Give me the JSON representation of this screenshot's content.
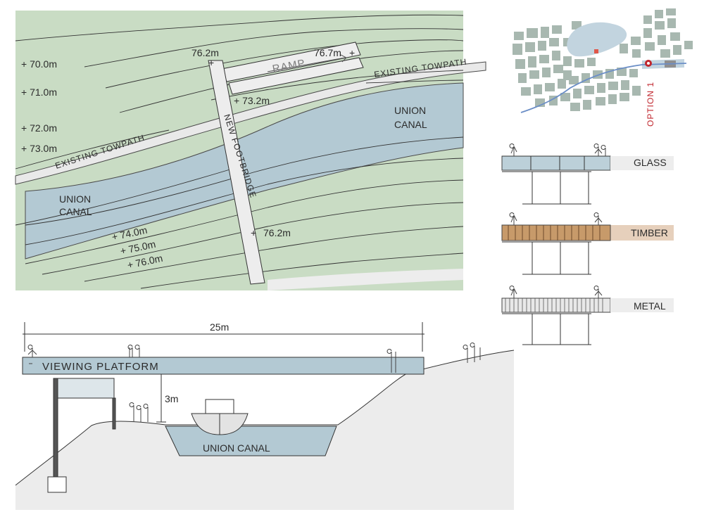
{
  "plan": {
    "contours": [
      "+ 70.0m",
      "+ 71.0m",
      "+ 72.0m",
      "+ 73.0m",
      "+ 74.0m",
      "+ 75.0m",
      "+ 76.0m"
    ],
    "spot_levels": {
      "bridge_north": "76.2m",
      "ramp_top": "76.7m",
      "ramp_bottom": "+ 73.2m",
      "bridge_south": "76.2m"
    },
    "labels": {
      "ramp": "RAMP",
      "towpath_east": "EXISTING TOWPATH",
      "towpath_west": "EXISTING TOWPATH",
      "footbridge": "NEW FOOTBRIDGE",
      "canal_east_1": "UNION",
      "canal_east_2": "CANAL",
      "canal_west_1": "UNION",
      "canal_west_2": "CANAL"
    }
  },
  "location": {
    "option_label": "OPTION 1"
  },
  "materials": [
    {
      "name": "GLASS",
      "color": "#bcd0d9"
    },
    {
      "name": "TIMBER",
      "color": "#c79a6a"
    },
    {
      "name": "METAL",
      "color": "#e8e8e8"
    }
  ],
  "section": {
    "span": "25m",
    "height": "3m",
    "platform_label": "VIEWING PLATFORM",
    "canal_label": "UNION CANAL"
  },
  "colors": {
    "land": "#c9dcc4",
    "water": "#b3c9d3",
    "towpath": "#e9e9e9",
    "ground": "#ececec",
    "accent": "#c0262d"
  }
}
